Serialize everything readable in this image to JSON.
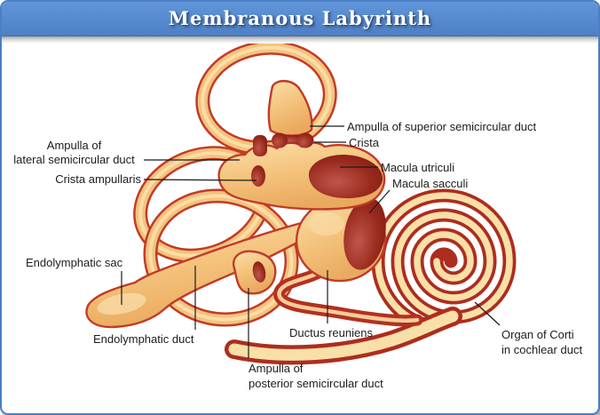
{
  "header": {
    "title": "Membranous Labyrinth"
  },
  "diagram": {
    "labels": {
      "ampulla_superior": "Ampulla of superior semicircular duct",
      "crista": "Crista",
      "ampulla_lateral_1": "Ampulla of",
      "ampulla_lateral_2": "lateral semicircular duct",
      "crista_ampullaris": "Crista ampullaris",
      "macula_utriculi": "Macula utriculi",
      "macula_sacculi": "Macula sacculi",
      "endolymphatic_sac": "Endolymphatic sac",
      "endolymphatic_duct": "Endolymphatic duct",
      "ductus_reuniens": "Ductus reuniens",
      "ampulla_posterior_1": "Ampulla of",
      "ampulla_posterior_2": "posterior semicircular duct",
      "organ_of_corti_1": "Organ of Corti",
      "organ_of_corti_2": "in cochlear duct"
    },
    "palette": {
      "title_bar_blue": "#5689CE",
      "frame_border_blue": "#4B7EC5",
      "membrane_fill_tan": "#F4C17A",
      "membrane_highlight_cream": "#FAE0AE",
      "outline_red": "#C23B28",
      "sensory_dark_red": "#9A2A1E",
      "cochlea_red": "#AD2D1E",
      "cochlea_cream": "#F9DFA8",
      "label_line_black": "#1A1A1A",
      "label_text": "#1C1C1C"
    }
  }
}
